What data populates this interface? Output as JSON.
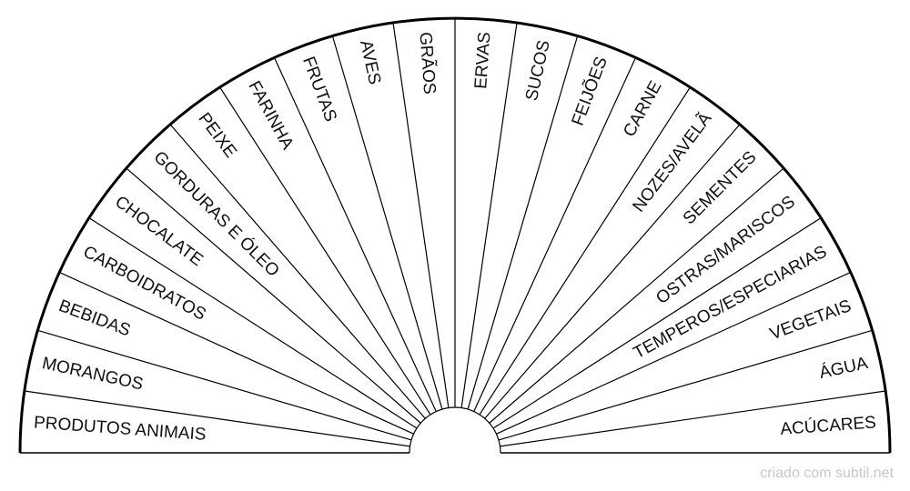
{
  "segments": [
    "PRODUTOS ANIMAIS",
    "MORANGOS",
    "BEBIDAS",
    "CARBOIDRATOS",
    "CHOCALATE",
    "GORDURAS E ÓLEO",
    "PEIXE",
    "FARINHA",
    "FRUTAS",
    "AVES",
    "GRÃOS",
    "ERVAS",
    "SUCOS",
    "FEIJÕES",
    "CARNE",
    "NOZES/AVELÃ",
    "SEMENTES",
    "OSTRAS/MARISCOS",
    "TEMPEROS/ESPECIARIAS",
    "VEGETAIS",
    "ÁGUA",
    "ACÚCARES"
  ],
  "credit": "criado com subtil.net",
  "colors": {
    "stroke": "#000000",
    "text": "#111111",
    "credit": "#c8c8c8"
  }
}
